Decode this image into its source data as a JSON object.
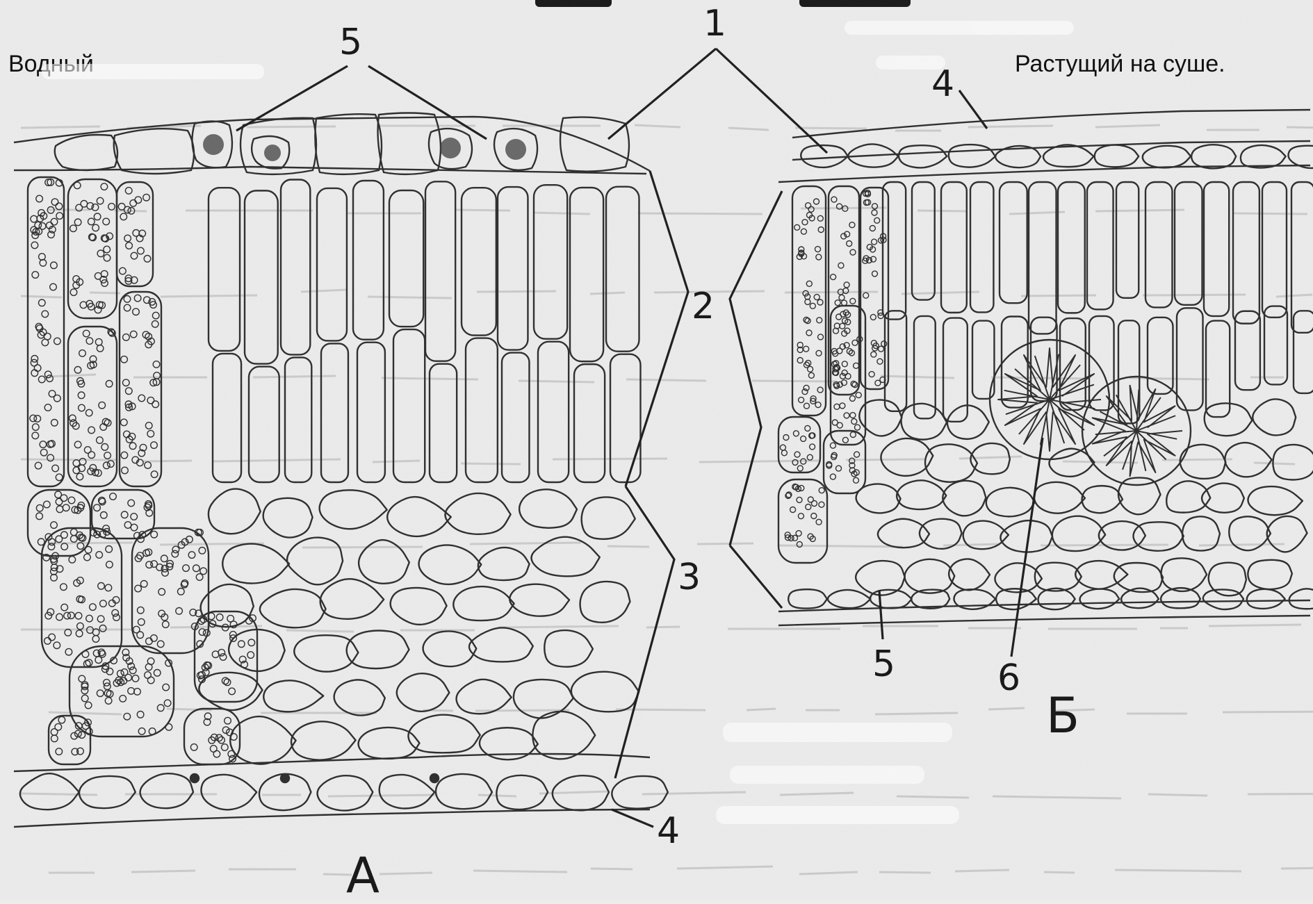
{
  "captions": {
    "left": "Водный",
    "right": "Растущий на суше."
  },
  "labels": {
    "stomata_top": "5",
    "epidermis_top": "1",
    "palisade": "2",
    "spongy": "3",
    "epidermis_bottom_a": "4",
    "epidermis_top_b": "4",
    "stoma_b": "5",
    "crystal_b": "6"
  },
  "panels": {
    "a": "А",
    "b": "Б"
  },
  "colors": {
    "ink": "#2a2a2a",
    "paper": "#ededed",
    "chloroplast": "#3a3a3a"
  }
}
